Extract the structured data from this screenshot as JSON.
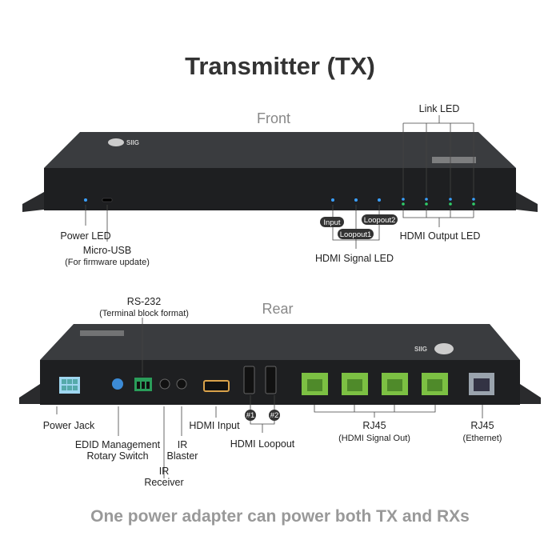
{
  "title": "Transmitter (TX)",
  "front": {
    "heading": "Front",
    "brand": "SIIG",
    "labels": {
      "link_led": "Link LED",
      "power_led": "Power LED",
      "micro_usb": "Micro-USB",
      "micro_usb_note": "(For firmware update)",
      "input": "Input",
      "loopout1": "Loopout1",
      "loopout2": "Loopout2",
      "hdmi_signal_led": "HDMI Signal LED",
      "hdmi_output_led": "HDMI Output LED"
    }
  },
  "rear": {
    "heading": "Rear",
    "brand": "SIIG",
    "labels": {
      "rs232": "RS-232",
      "rs232_note": "(Terminal block format)",
      "power_jack": "Power Jack",
      "edid_1": "EDID Management",
      "edid_2": "Rotary Switch",
      "ir_blaster_1": "IR",
      "ir_blaster_2": "Blaster",
      "ir_receiver_1": "IR",
      "ir_receiver_2": "Receiver",
      "hdmi_input": "HDMI Input",
      "loop1": "#1",
      "loop2": "#2",
      "hdmi_loopout": "HDMI Loopout",
      "rj45_out_1": "RJ45",
      "rj45_out_2": "(HDMI Signal Out)",
      "rj45_eth_1": "RJ45",
      "rj45_eth_2": "(Ethernet)"
    }
  },
  "footer": "One power adapter can power both TX and RXs",
  "colors": {
    "device": "#1e1f21",
    "led_blue": "#3aa0ff",
    "led_green": "#2fd06a",
    "rj45_green": "#7cc043"
  }
}
